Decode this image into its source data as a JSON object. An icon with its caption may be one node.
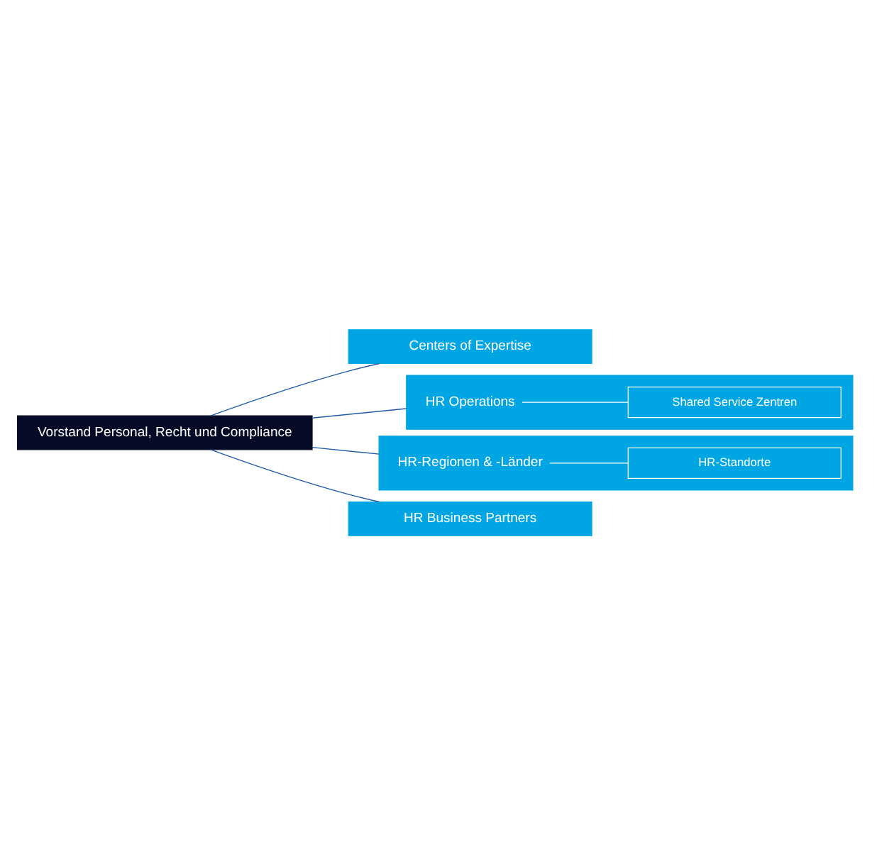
{
  "diagram": {
    "nodes": [
      {
        "text": [
          "Vorstand Personal, Recht und Compliance"
        ]
      },
      {
        "text": [
          "Centers of Expertise"
        ]
      },
      {
        "text": [
          "HR Operations"
        ]
      },
      {
        "text": [
          "Shared Service Zentren"
        ],
        "in": 2
      },
      {
        "text": [
          "HR-Regionen & -Länder"
        ]
      },
      {
        "text": [
          "HR-Standorte"
        ],
        "in": 4
      },
      {
        "text": [
          "HR Business Partners"
        ]
      }
    ],
    "edges": [
      {
        "from": 0,
        "to": 1,
        "arrow": "none"
      },
      {
        "from": 0,
        "to": 2,
        "arrow": "none"
      },
      {
        "from": 2,
        "to": 3,
        "arrow": "none",
        "color": "#ffffff"
      },
      {
        "from": 0,
        "to": 4,
        "arrow": "none"
      },
      {
        "from": 4,
        "to": 5,
        "arrow": "none",
        "color": "#ffffff"
      },
      {
        "from": 0,
        "to": 6,
        "arrow": "none"
      }
    ]
  }
}
